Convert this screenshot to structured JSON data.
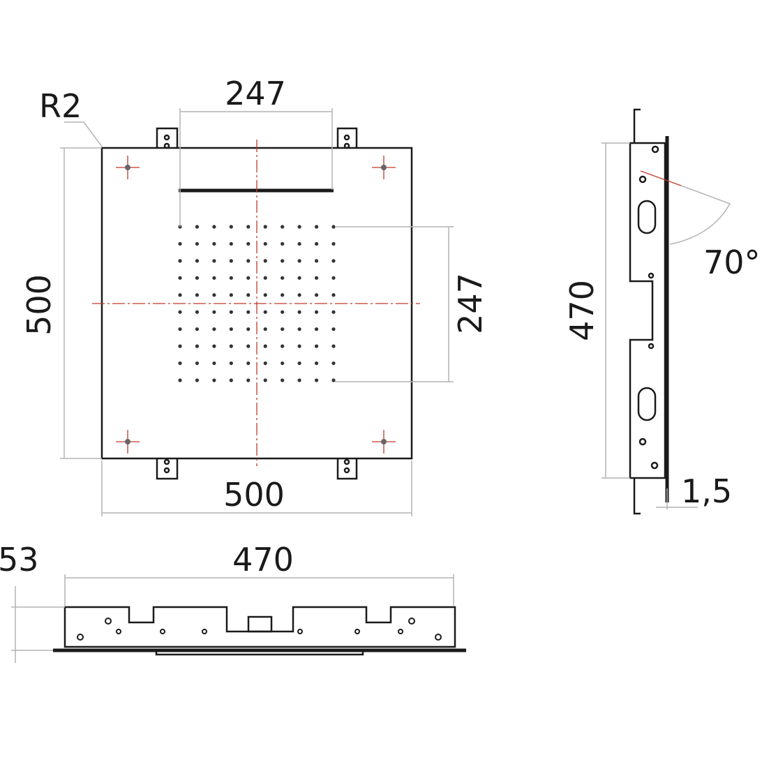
{
  "front_view": {
    "radius_label": "R2",
    "top_width_label": "247",
    "height_label": "500",
    "width_label": "500",
    "grid_height_label": "247",
    "nozzle_rows": 10,
    "nozzle_cols": 10
  },
  "side_view": {
    "angle_label": "70°",
    "height_label": "470",
    "thickness_label": "1,5"
  },
  "bottom_view": {
    "depth_label": "53",
    "width_label": "470"
  },
  "colors": {
    "line": "#1a1a1a",
    "dimension": "#b4b4b4",
    "centerline": "#c0392b"
  }
}
